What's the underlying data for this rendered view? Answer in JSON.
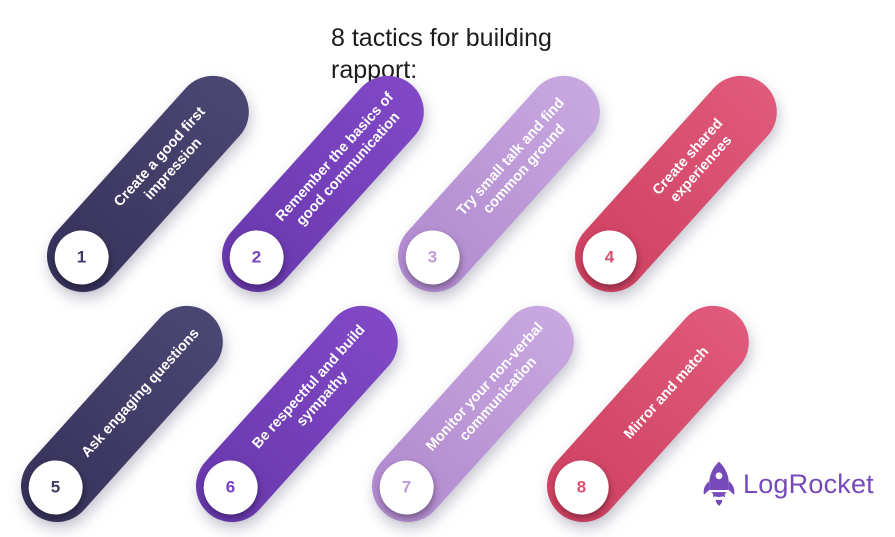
{
  "title": {
    "line1": "8 tactics for building",
    "line2": "rapport:"
  },
  "tactics": [
    {
      "number": "1",
      "label": "Create a good first impression",
      "lines": [
        "Create a good first",
        "impression"
      ],
      "color": "#3E3A63",
      "gradient_start": "#36325A",
      "gradient_end": "#4B4773"
    },
    {
      "number": "2",
      "label": "Remember the basics of good communication",
      "lines": [
        "Remember the basics of",
        "good communication"
      ],
      "color": "#7740BC",
      "gradient_start": "#6838AC",
      "gradient_end": "#8148C6"
    },
    {
      "number": "3",
      "label": "Try small talk and find common ground",
      "lines": [
        "Try small talk and find",
        "common ground"
      ],
      "color": "#BE9AD7",
      "gradient_start": "#B089CE",
      "gradient_end": "#C9A8E0"
    },
    {
      "number": "4",
      "label": "Create shared experiences",
      "lines": [
        "Create shared",
        "experiences"
      ],
      "color": "#D94F70",
      "gradient_start": "#CE4060",
      "gradient_end": "#E05A7B"
    },
    {
      "number": "5",
      "label": "Ask engaging questions",
      "lines": [
        "Ask engaging questions"
      ],
      "color": "#3E3A63",
      "gradient_start": "#36325A",
      "gradient_end": "#4B4773"
    },
    {
      "number": "6",
      "label": "Be respectful and build sympathy",
      "lines": [
        "Be respectful and build",
        "sympathy"
      ],
      "color": "#7740BC",
      "gradient_start": "#6838AC",
      "gradient_end": "#8148C6"
    },
    {
      "number": "7",
      "label": "Monitor your non-verbal communication",
      "lines": [
        "Monitor your non-verbal",
        "communication"
      ],
      "color": "#BE9AD7",
      "gradient_start": "#B089CE",
      "gradient_end": "#C9A8E0"
    },
    {
      "number": "8",
      "label": "Mirror and match",
      "lines": [
        "Mirror and match"
      ],
      "color": "#D94F70",
      "gradient_start": "#CE4060",
      "gradient_end": "#E05A7B"
    }
  ],
  "logo": {
    "text": "LogRocket",
    "color": "#764ABA",
    "icon": "rocket-icon"
  }
}
